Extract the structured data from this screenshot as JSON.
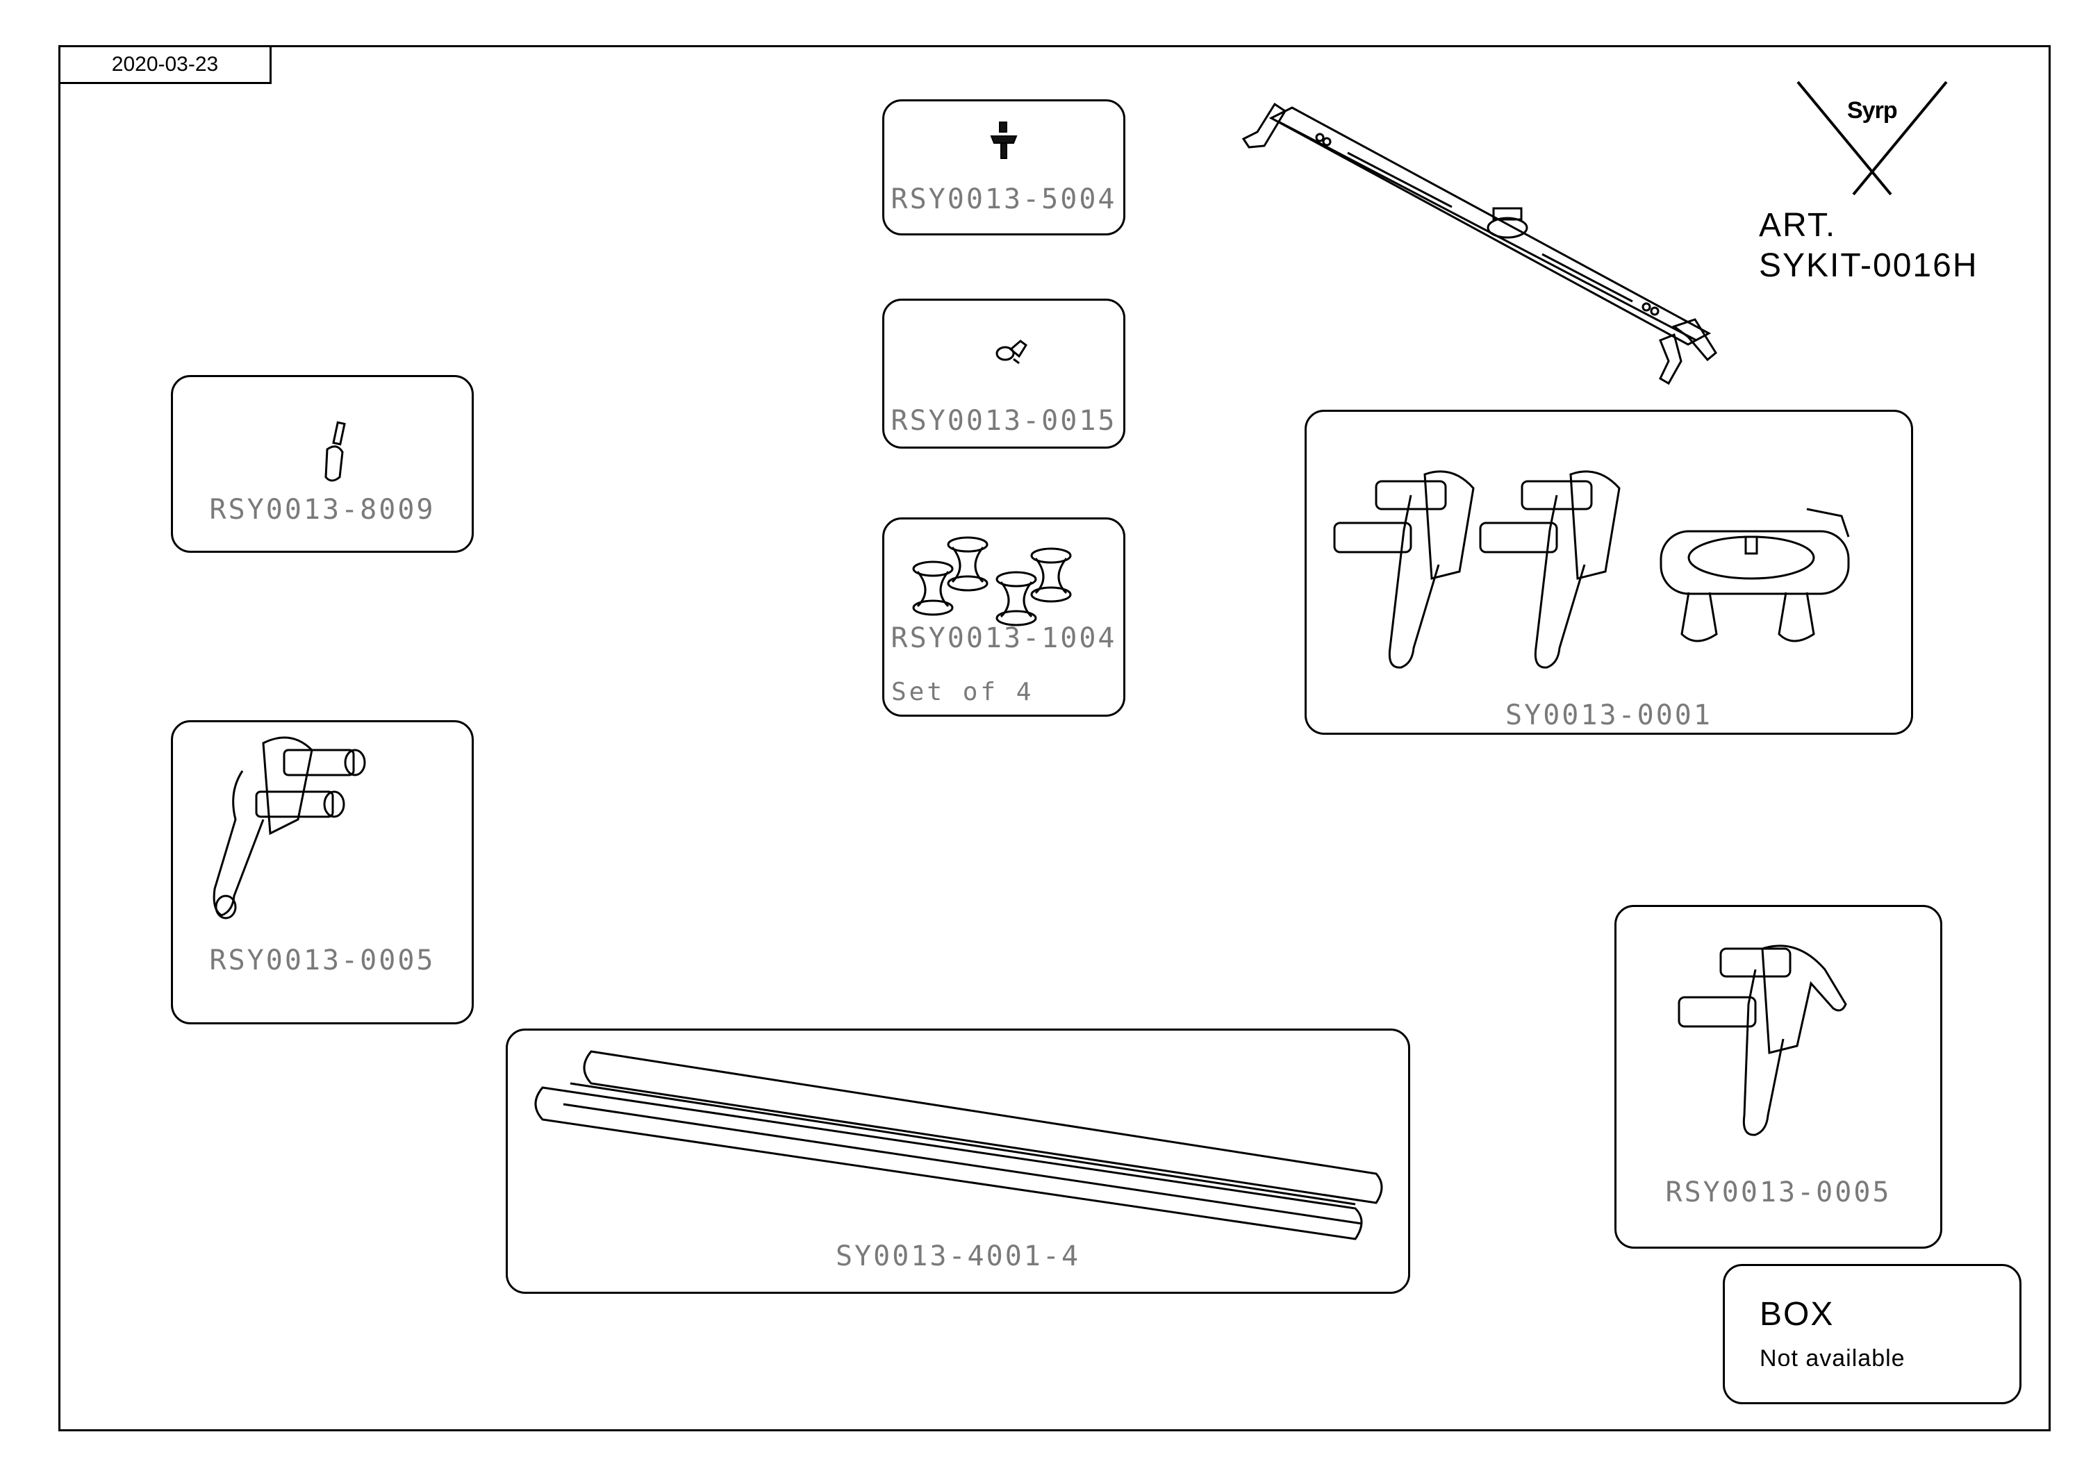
{
  "header": {
    "date": "2020-03-23"
  },
  "logo": {
    "brand": "Syrp"
  },
  "article": {
    "prefix": "ART.",
    "code": "SYKIT-0016H"
  },
  "parts": [
    {
      "code": "RSY0013-5004",
      "note": ""
    },
    {
      "code": "RSY0013-0015",
      "note": ""
    },
    {
      "code": "RSY0013-1004",
      "note": "Set of 4"
    },
    {
      "code": "RSY0013-8009",
      "note": ""
    },
    {
      "code": "RSY0013-0005",
      "note": ""
    },
    {
      "code": "SY0013-0001",
      "note": ""
    },
    {
      "code": "SY0013-4001-4",
      "note": ""
    },
    {
      "code": "RSY0013-0005",
      "note": ""
    }
  ],
  "box": {
    "title": "BOX",
    "status": "Not available"
  },
  "icons": [
    "syrp-logo-icon",
    "slider-assembly-icon",
    "screw-icon",
    "knob-icon",
    "wheel-set-icon",
    "pin-icon",
    "clamp-icon",
    "carriage-set-icon",
    "rails-icon"
  ]
}
